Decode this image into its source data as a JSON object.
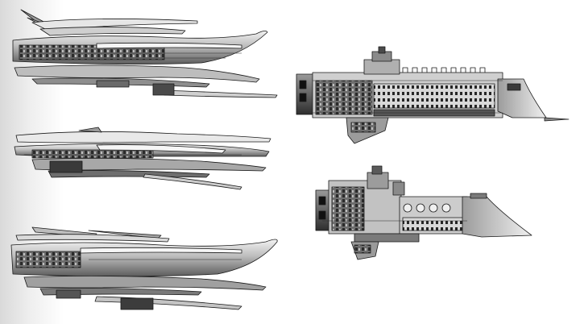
{
  "image": {
    "kind": "concept art sheet",
    "style": "grayscale ink and marker sketch",
    "colors": {
      "ink": "#1a1a1a",
      "dark_hull": "#3a3a3a",
      "mid_hull": "#8c8c8c",
      "light_hull": "#c9c9c9",
      "highlight": "#eeeeee",
      "background": "#ffffff"
    },
    "subjects": [
      "alien-cruiser-top",
      "alien-cruiser-middle",
      "alien-cruiser-bottom",
      "gothic-cruiser-top",
      "gothic-cruiser-bottom"
    ]
  }
}
